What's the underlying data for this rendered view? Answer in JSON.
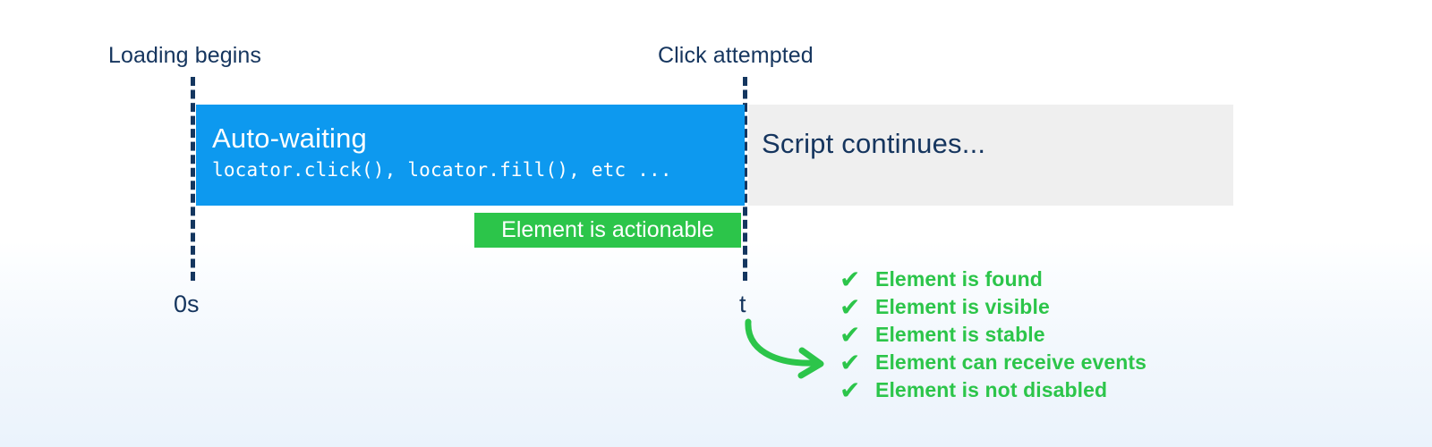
{
  "diagram": {
    "title_markers": {
      "loading_begins": "Loading begins",
      "click_attempted": "Click attempted"
    },
    "timeline": {
      "start_tick": "0s",
      "end_tick": "t"
    },
    "phases": [
      {
        "name": "auto-waiting",
        "title": "Auto-waiting",
        "code": "locator.click(), locator.fill(), etc ...",
        "color": "#0d99ef"
      },
      {
        "name": "script-continues",
        "title": "Script continues...",
        "color": "#efefef"
      }
    ],
    "badge": {
      "label": "Element is actionable",
      "color": "#2cc54a"
    },
    "checklist": {
      "icon": "check-icon",
      "icon_glyph": "✔",
      "color": "#2cc54a",
      "items": [
        "Element is found",
        "Element is visible",
        "Element is stable",
        "Element can receive events",
        "Element is not disabled"
      ]
    },
    "arrow": {
      "name": "curved-arrow",
      "color": "#2cc54a"
    },
    "colors": {
      "text_navy": "#15355e",
      "accent_blue": "#0d99ef",
      "accent_green": "#2cc54a",
      "neutral_gray": "#efefef",
      "background_top": "#ffffff",
      "background_bottom": "#eaf3fc"
    }
  }
}
